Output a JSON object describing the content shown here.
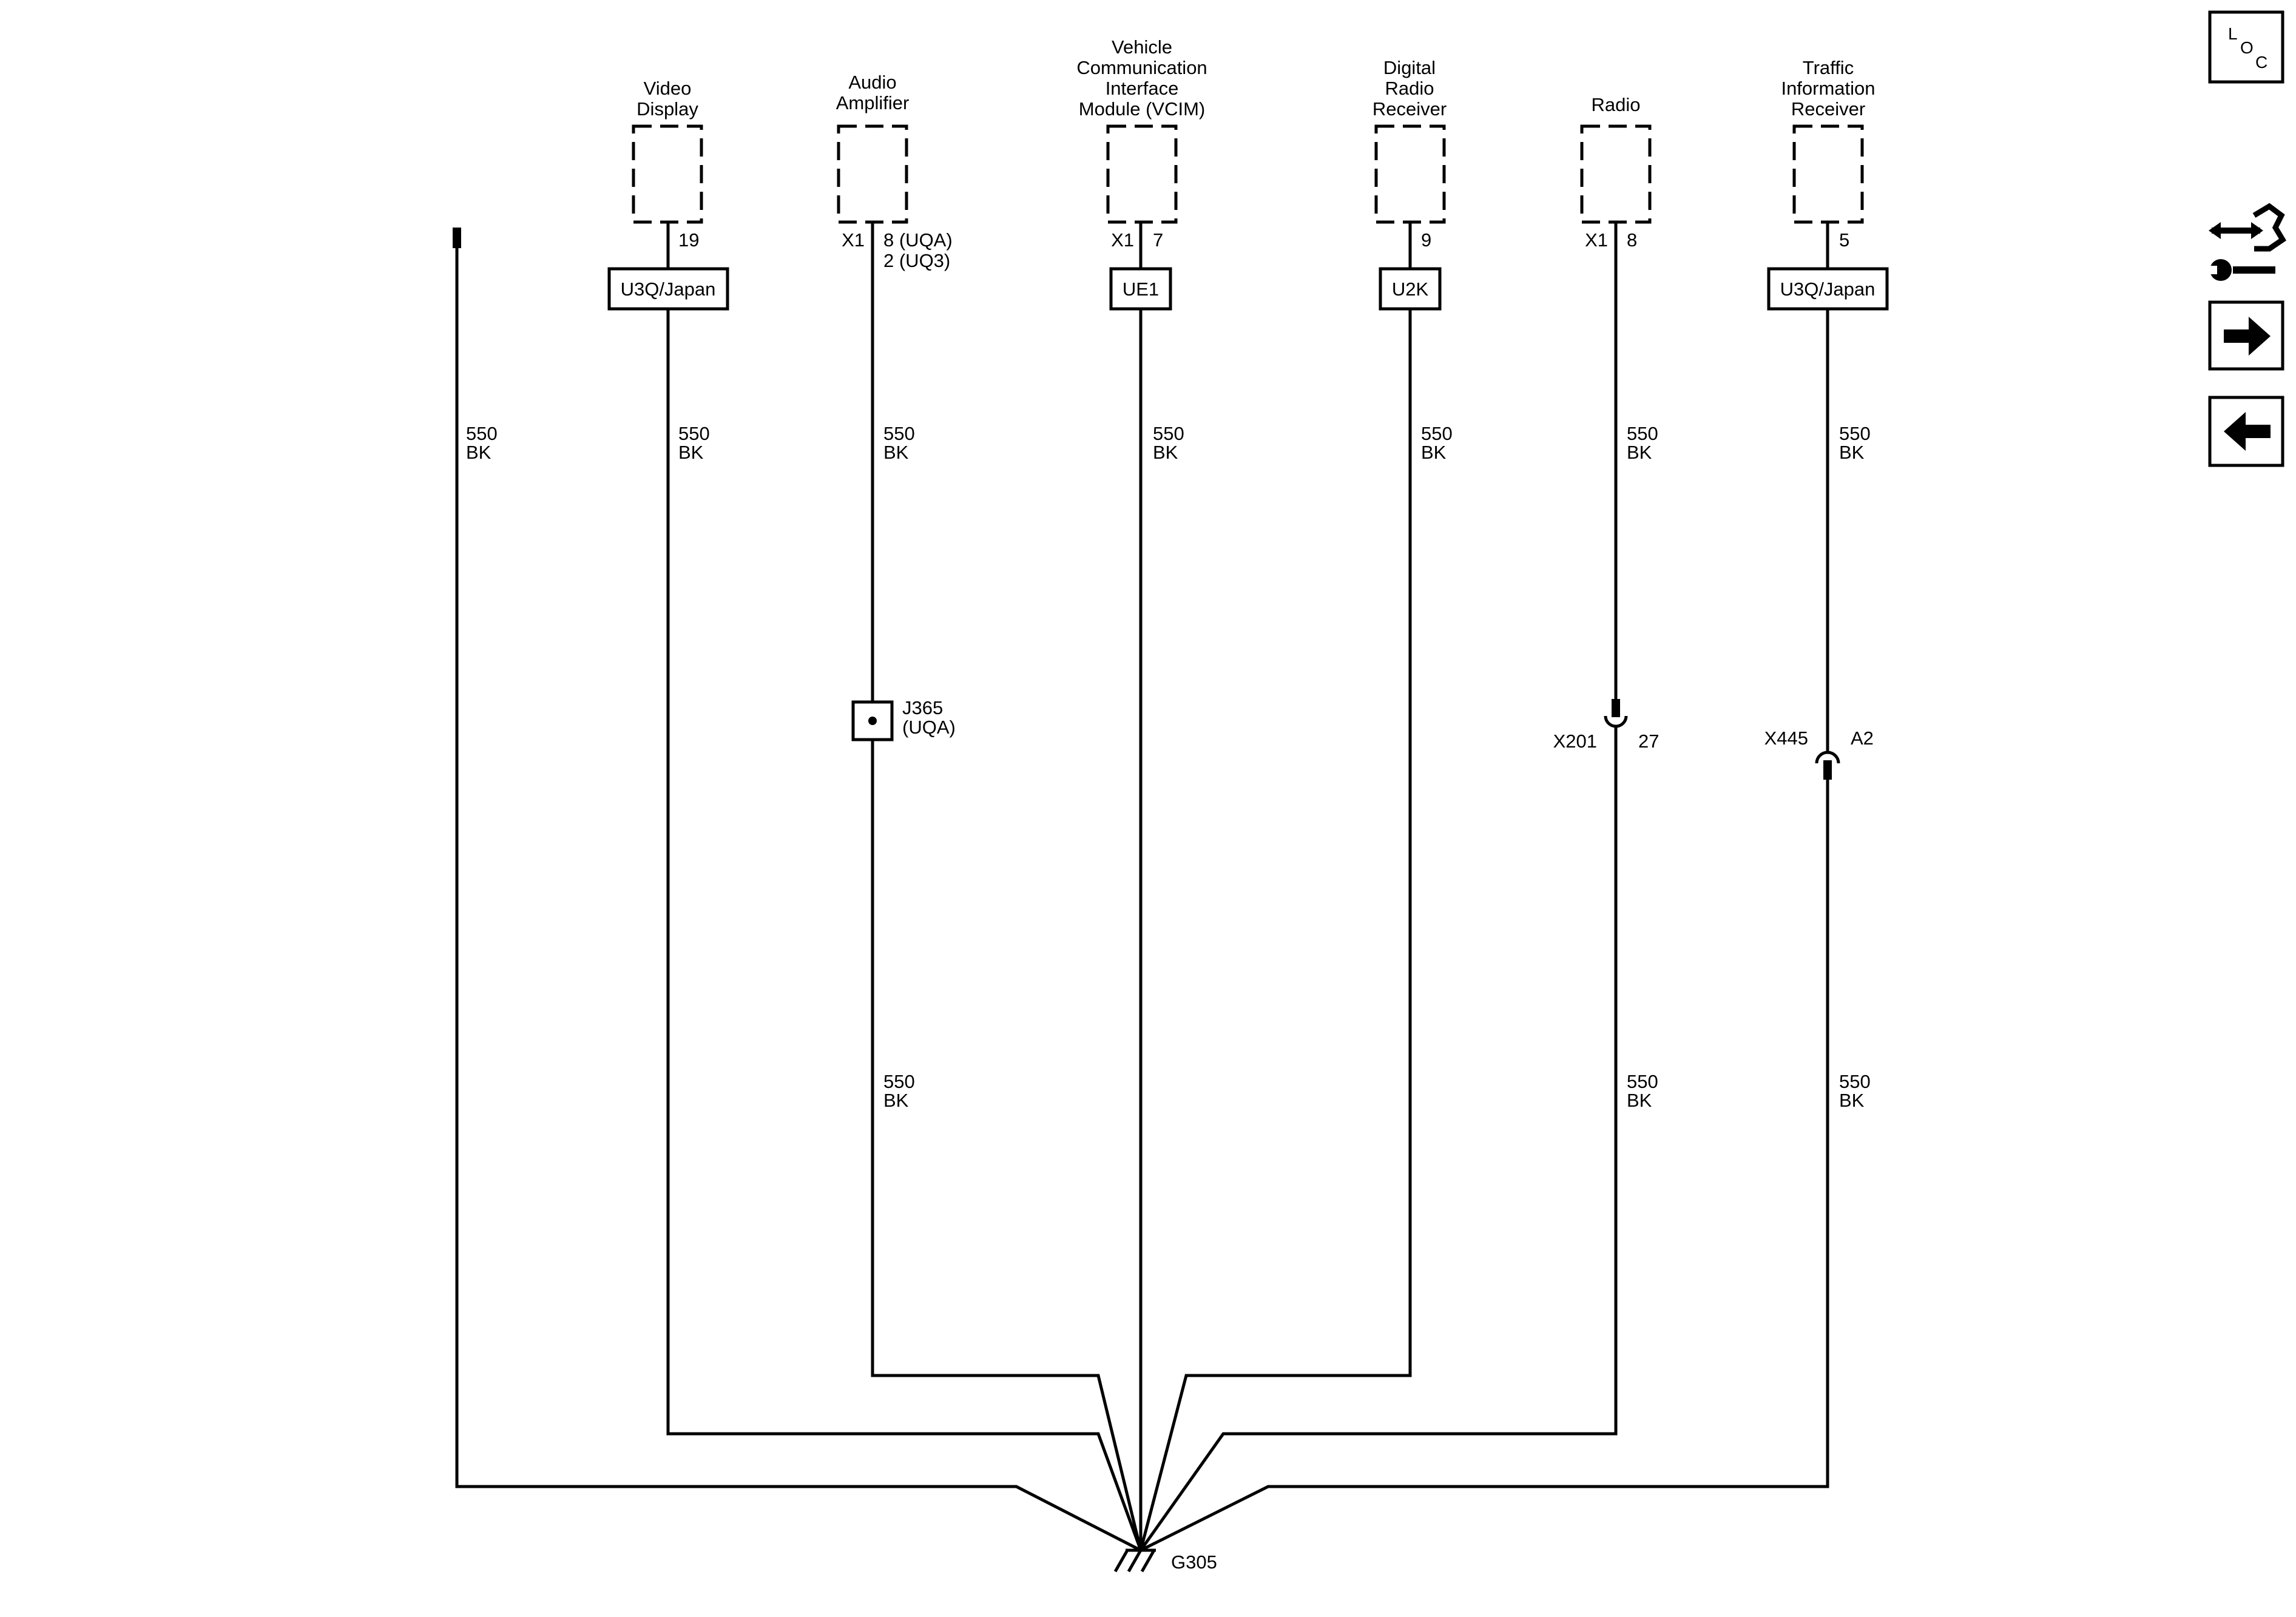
{
  "components": [
    {
      "id": "video-display",
      "name_lines": [
        "Video",
        "Display"
      ],
      "connector": "",
      "pins": [
        "19"
      ],
      "option": "U3Q/Japan",
      "circuit": "550",
      "color": "BK"
    },
    {
      "id": "audio-amplifier",
      "name_lines": [
        "Audio",
        "Amplifier"
      ],
      "connector": "X1",
      "pins": [
        "8 (UQA)",
        "2 (UQ3)"
      ],
      "option": "",
      "circuit": "550",
      "color": "BK",
      "splice": {
        "name": "J365",
        "option": "(UQA)"
      },
      "circuit_lower": "550",
      "color_lower": "BK"
    },
    {
      "id": "vcim",
      "name_lines": [
        "Vehicle",
        "Communication",
        "Interface",
        "Module (VCIM)"
      ],
      "connector": "X1",
      "pins": [
        "7"
      ],
      "option": "UE1",
      "circuit": "550",
      "color": "BK"
    },
    {
      "id": "digital-radio-receiver",
      "name_lines": [
        "Digital",
        "Radio",
        "Receiver"
      ],
      "connector": "",
      "pins": [
        "9"
      ],
      "option": "U2K",
      "circuit": "550",
      "color": "BK"
    },
    {
      "id": "radio",
      "name_lines": [
        "Radio"
      ],
      "connector": "X1",
      "pins": [
        "8"
      ],
      "option": "",
      "circuit": "550",
      "color": "BK",
      "inline": {
        "name": "X201",
        "pin": "27"
      },
      "circuit_lower": "550",
      "color_lower": "BK"
    },
    {
      "id": "traffic-information-receiver",
      "name_lines": [
        "Traffic",
        "Information",
        "Receiver"
      ],
      "connector": "",
      "pins": [
        "5"
      ],
      "option": "U3Q/Japan",
      "circuit": "550",
      "color": "BK",
      "inline": {
        "name": "X445",
        "pin": "A2"
      },
      "circuit_lower": "550",
      "color_lower": "BK"
    }
  ],
  "left_wire": {
    "circuit": "550",
    "color": "BK"
  },
  "ground": {
    "name": "G305"
  },
  "nav": {
    "loc": {
      "letters": [
        "L",
        "O",
        "C"
      ]
    },
    "icons": [
      "connector-wrench-icon",
      "arrow-right-icon",
      "arrow-left-icon"
    ]
  }
}
